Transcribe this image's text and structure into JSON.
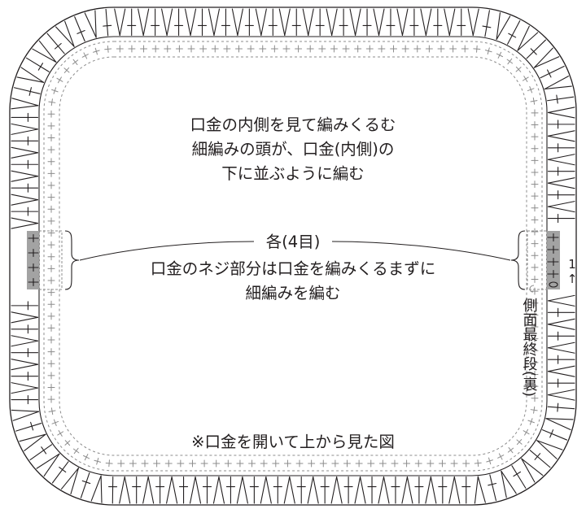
{
  "texts": {
    "instruction_1": "口金の内側を見て編みくるむ",
    "instruction_2": "細編みの頭が、口金(内側)の",
    "instruction_3": "下に並ぶように編む",
    "each_count": "各(4目)",
    "screw_note_1": "口金のネジ部分は口金を編みくるまずに",
    "screw_note_2": "細編みを編む",
    "view_note": "※口金を開いて上から見た図",
    "side_label": "側面最終段(裏)",
    "start_marker": "1↑"
  },
  "colors": {
    "line": "#231f20",
    "guide": "#8c8c8c",
    "highlight": "#a3a3a3",
    "background": "#ffffff"
  },
  "symbols": {
    "increase": "increase-v-symbol",
    "single_crochet": "single-crochet-plus-symbol",
    "chain": "chain-oval-symbol"
  }
}
